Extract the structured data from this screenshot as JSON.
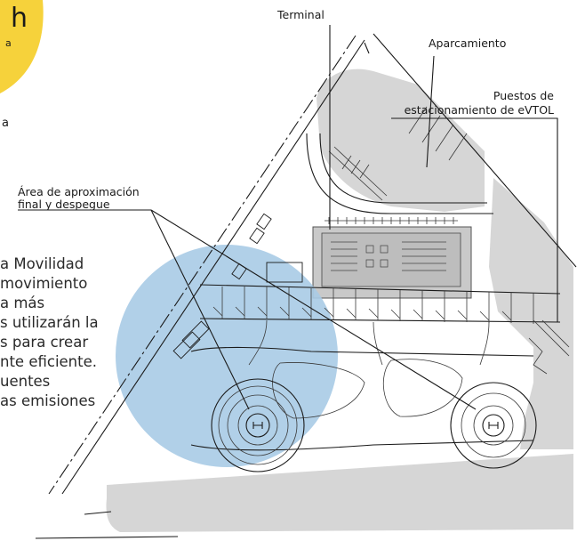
{
  "badge": {
    "big_letter": "h",
    "small_letter": "a",
    "color": "#f6d23b"
  },
  "labels": {
    "terminal": "Terminal",
    "parking": "Aparcamiento",
    "evtol_line1": "Puestos de",
    "evtol_line2": "estacionamiento de eVTOL",
    "fato_line1": "Área de aproximación",
    "fato_line2": "final y despegue",
    "stray_a": "a"
  },
  "paragraph": [
    "a Movilidad",
    "movimiento",
    "a más",
    "s utilizarán la",
    "s para crear",
    "nte eficiente.",
    "uentes",
    "as emisiones"
  ],
  "pad_symbol": "H",
  "colors": {
    "circle_fill": "#a9cbe6",
    "site_gray": "#d6d6d6",
    "line": "#1a1a1a"
  }
}
